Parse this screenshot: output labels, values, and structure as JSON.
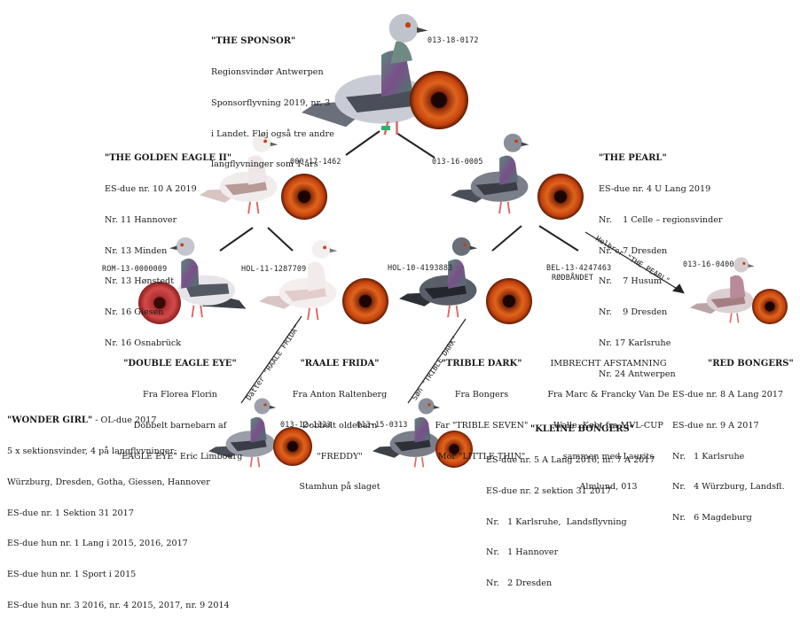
{
  "sponsor": {
    "title": "\"THE SPONSOR\"",
    "lines": [
      "Regionsvindør Antwerpen",
      "Sponsorflyvning 2019, nr. 3",
      "i Landet. Fløj også tre andre",
      "langflyvninger som 1-års"
    ],
    "ring": "013-18-0172"
  },
  "golden_eagle": {
    "title": "\"THE GOLDEN EAGLE II\"",
    "lines": [
      "ES-due nr. 10 A 2019",
      "Nr. 11 Hannover",
      "Nr. 13 Minden",
      "Nr. 13 Hønstedt",
      "Nr. 16 Giesen",
      "Nr. 16 Osnabrück"
    ],
    "ring": "000-17-1462"
  },
  "pearl": {
    "title": "\"THE PEARL\"",
    "lines": [
      "ES-due nr. 4 U Lang 2019",
      "Nr.    1 Celle – regionsvinder",
      "Nr.    7 Dresden",
      "Nr.    7 Husum",
      "Nr.    9 Dresden",
      "Nr. 17 Karlsruhe",
      "Nr. 24 Antwerpen"
    ],
    "ring": "013-16-0005"
  },
  "double_eagle": {
    "title": "\"DOUBLE EAGLE EYE\"",
    "lines": [
      "Fra Florea Florin",
      "Dobbelt barnebarn af",
      "\"EAGLE EYE\" Eric Limbourg"
    ],
    "ring": "ROM-13-0000009"
  },
  "raale": {
    "title": "\"RAALE FRIDA\"",
    "lines": [
      "Fra Anton Raltenberg",
      "Dobbelt oldebarn",
      "\"FREDDY\"",
      "Stamhun på slaget"
    ],
    "ring": "HOL-11-1287709",
    "link": "Datter \"RAALE FRIDA\""
  },
  "trible": {
    "title": "\"TRIBLE DARK\"",
    "lines": [
      "Fra Bongers",
      "Far \"TRIBLE SEVEN\"",
      "Mor \"LITTLE THIN\""
    ],
    "ring": "HOL-10-4193883",
    "link": "Søn \"TRIBLE DARK\""
  },
  "imbrecht": {
    "lines": [
      "IMBRECHT AFSTAMNING",
      "Fra Marc & Francky Van De",
      "Walle. Købt fra MVL-CUP",
      "sammen med Laurits",
      "Almlund, 013"
    ],
    "ring": "BEL-13-4247463",
    "ring_note": "RØDBÅNDET"
  },
  "red_bongers": {
    "title": "\"RED BONGERS\"",
    "lines": [
      "ES-due nr. 8 A Lang 2017",
      "ES-due nr. 9 A 2017",
      "Nr.   1 Karlsruhe",
      "Nr.   4 Würzburg, Landsfl.",
      "Nr.   6 Magdeburg"
    ],
    "ring": "013-16-0400",
    "link": "Helbror \"THE PEARL\""
  },
  "wonder_girl": {
    "title": "\"WONDER GIRL\"",
    "title_suffix": " - OL-due 2017",
    "lines": [
      "5 x sektionsvinder, 4 på langflyvninger:",
      "Würzburg, Dresden, Gotha, Giessen, Hannover",
      "ES-due nr. 1 Sektion 31 2017",
      "ES-due hun nr. 1 Lang i 2015, 2016, 2017",
      "ES-due hun nr. 1 Sport i 2015",
      "ES-due hun nr. 3 2016, nr. 4 2015, 2017, nr. 9 2014"
    ],
    "ring": "013-12-1323"
  },
  "kleine": {
    "title": "\"KLEINE BONGERS\"",
    "lines": [
      "ES-due nr. 5 A Lang 2016, nr. 7 A 2017",
      "ES-due nr. 2 sektion 31 2017",
      "Nr.   1 Karlsruhe,  Landsflyvning",
      "Nr.   1 Hannover",
      "Nr.   2 Dresden"
    ],
    "ring": "013-15-0313"
  }
}
